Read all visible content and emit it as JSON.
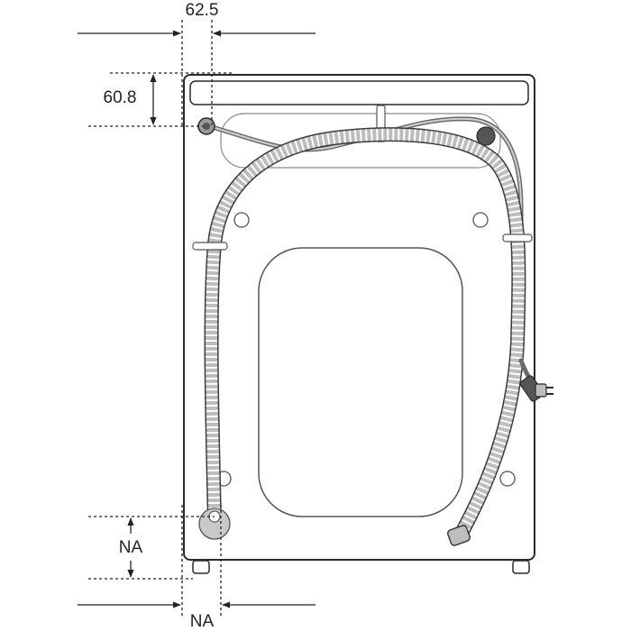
{
  "dimensions": {
    "top_horizontal": "62.5",
    "left_vertical": "60.8",
    "bottom_vertical": "NA",
    "bottom_horizontal": "NA"
  },
  "colors": {
    "line": "#2a2a2a",
    "dim_line": "#222222",
    "hose_fill": "#bdbdbd",
    "panel_fill": "#f2f2f2",
    "cable": "#6a6a6a"
  }
}
